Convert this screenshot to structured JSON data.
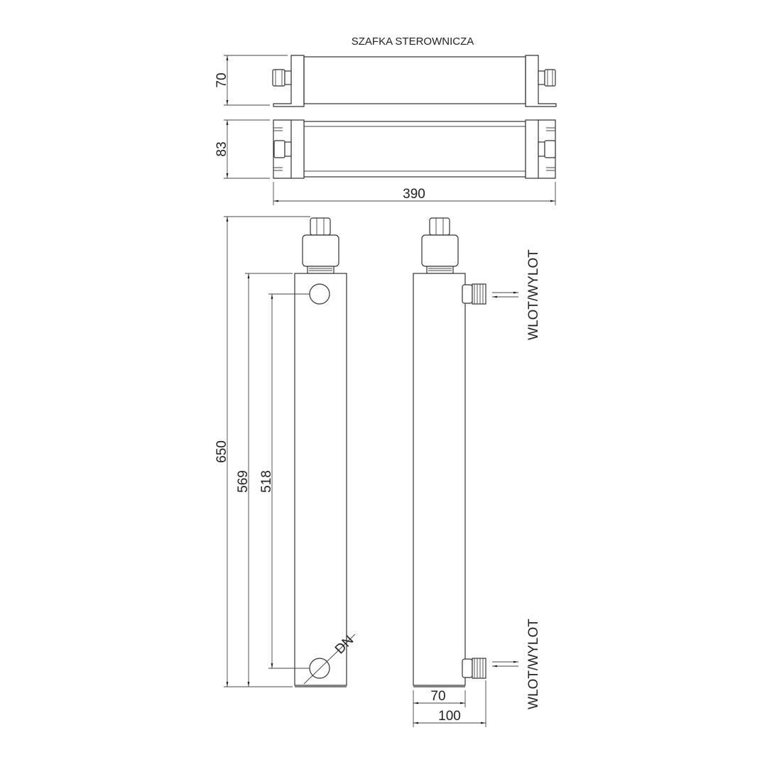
{
  "title": "SZAFKA STEROWNICZA",
  "dimensions": {
    "cabinet_height": "70",
    "cabinet_depth": "83",
    "cabinet_width": "390",
    "total_height": "650",
    "body_height": "569",
    "port_spacing": "518",
    "port_diameter": "DN",
    "body_width": "70",
    "overall_width": "100"
  },
  "labels": {
    "port_top": "WLOT/WYLOT",
    "port_bottom": "WLOT/WYLOT"
  }
}
